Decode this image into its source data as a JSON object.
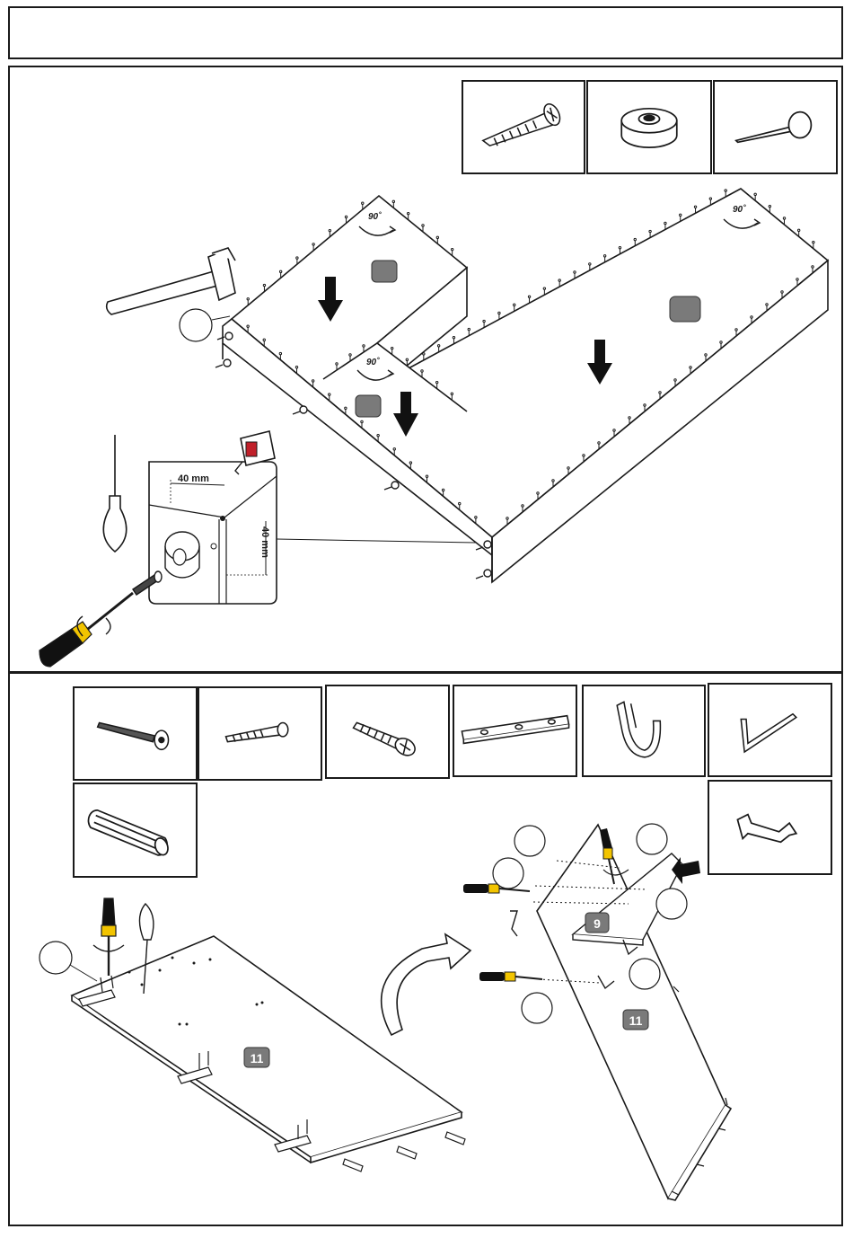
{
  "header": {
    "title": ""
  },
  "step_top": {
    "angle_label_1": "90˚",
    "angle_label_2": "90˚",
    "angle_label_3": "90˚",
    "dim_horizontal": "40 mm",
    "dim_vertical": "40 mm"
  },
  "step_bottom": {
    "panel_label_left": "11",
    "panel_label_right": "11",
    "shelf_label": "9"
  },
  "colors": {
    "line": "#1a1a1a",
    "marker_gray": "#7a7a7a",
    "screwdriver_yellow": "#f2c400",
    "handle_black": "#111111",
    "tape_red": "#c0202a"
  },
  "icons": {
    "top_hardware": [
      "screw-icon",
      "cam-lock-icon",
      "nail-icon"
    ],
    "bottom_hardware": [
      "long-screw-icon",
      "wall-plug-icon",
      "short-screw-icon",
      "connector-plate-icon",
      "bracket-hook-icon",
      "allen-key-icon",
      "dowel-icon",
      "z-key-icon"
    ]
  }
}
